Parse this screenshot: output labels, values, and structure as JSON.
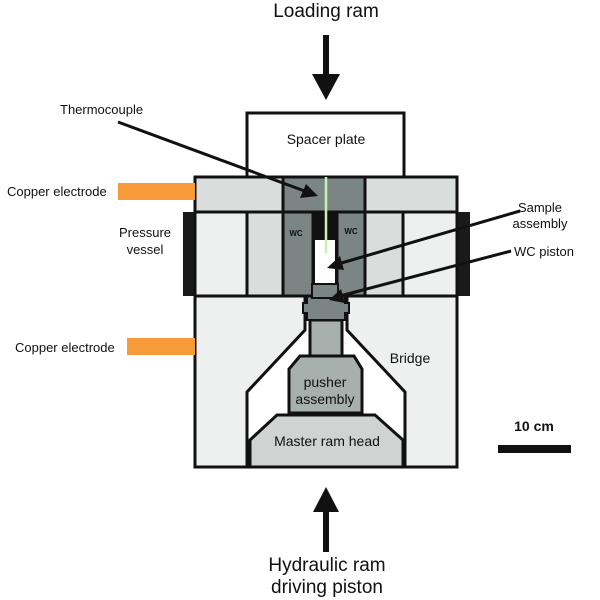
{
  "labels": {
    "loading_ram": "Loading ram",
    "thermocouple": "Thermocouple",
    "spacer_plate": "Spacer plate",
    "copper_electrode_top": "Copper electrode",
    "pressure_vessel_line1": "Pressure",
    "pressure_vessel_line2": "vessel",
    "sample_assembly_line1": "Sample",
    "sample_assembly_line2": "assembly",
    "wc_piston": "WC piston",
    "wc_left": "WC",
    "wc_right": "WC",
    "copper_electrode_bottom": "Copper electrode",
    "bridge": "Bridge",
    "pusher_assembly_line1": "pusher",
    "pusher_assembly_line2": "assembly",
    "master_ram_head": "Master ram head",
    "scale_bar": "10 cm",
    "hydraulic_line1": "Hydraulic ram",
    "hydraulic_line2": "driving piston"
  },
  "colors": {
    "copper": "#f79a3a",
    "thermocouple_wire": "#c8f0b0",
    "tungsten_carbide": "#7b8584",
    "light_gray": "#d9dddc",
    "lighter_gray": "#eef0ef",
    "pusher_gray": "#a8b0ae",
    "ram_head_gray": "#cfd4d2",
    "outline": "#111111"
  }
}
